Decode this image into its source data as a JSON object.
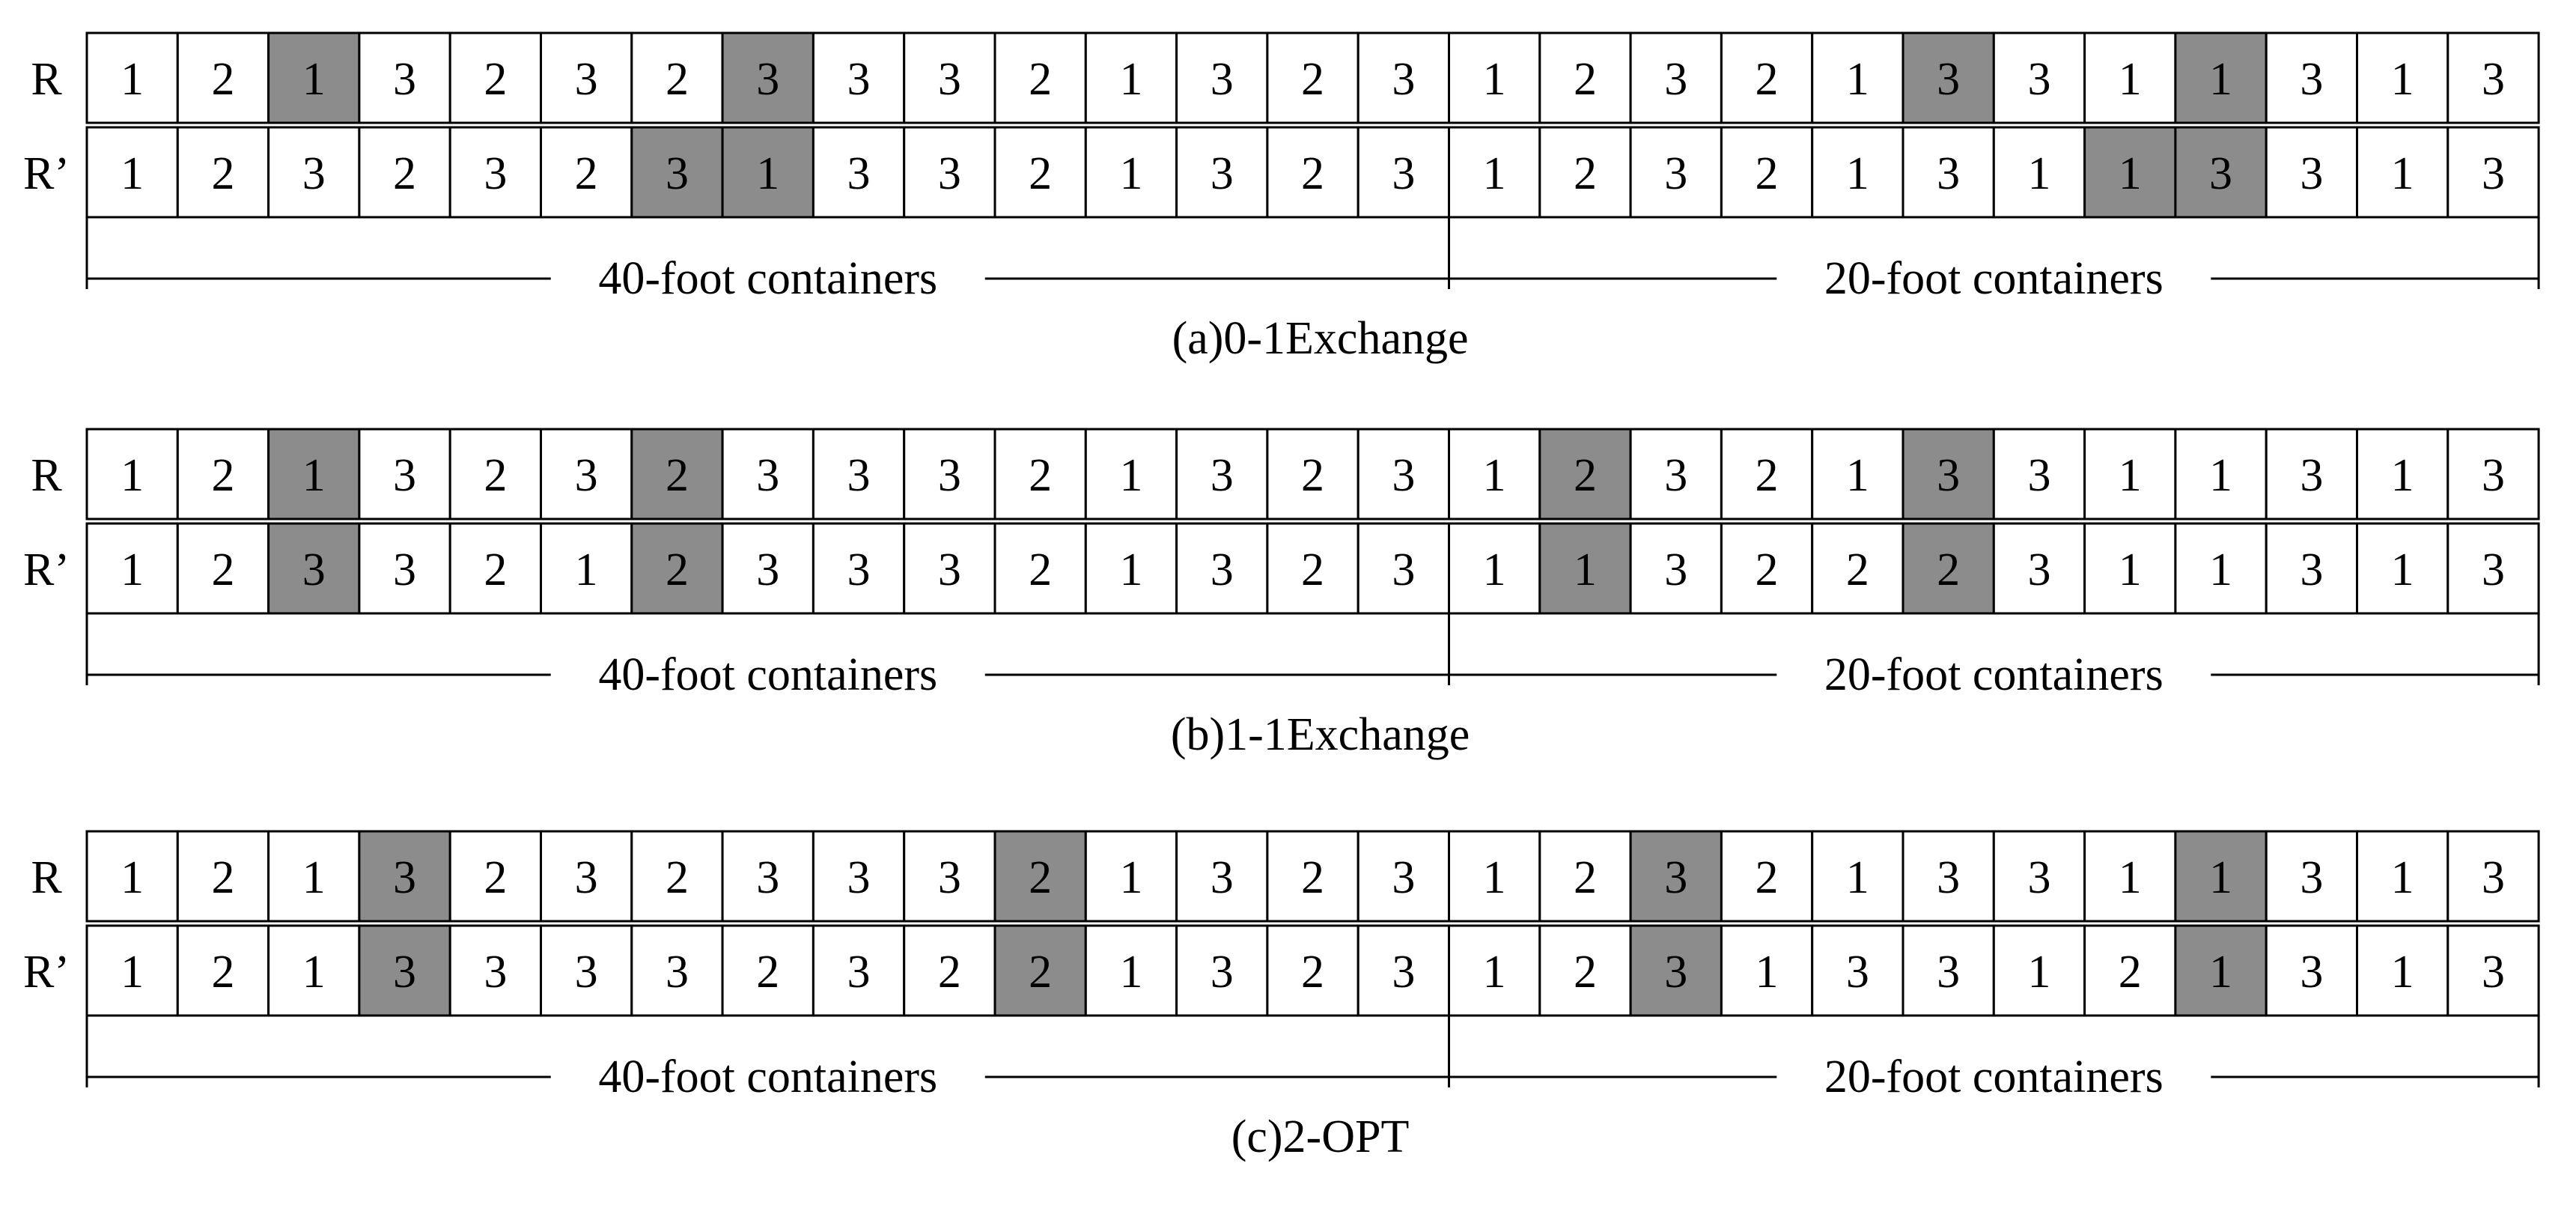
{
  "colors": {
    "highlight": "#8c8c8c",
    "cell": "#ffffff",
    "stroke": "#000000"
  },
  "panels": [
    {
      "caption": "(a)0-1Exchange",
      "rows": [
        {
          "label": "R",
          "values": [
            "1",
            "2",
            "1",
            "3",
            "2",
            "3",
            "2",
            "3",
            "3",
            "3",
            "2",
            "1",
            "3",
            "2",
            "3",
            "1",
            "2",
            "3",
            "2",
            "1",
            "3",
            "3",
            "1",
            "1",
            "3",
            "1",
            "3"
          ],
          "highlighted": [
            2,
            7,
            20,
            23
          ]
        },
        {
          "label": "R’",
          "values": [
            "1",
            "2",
            "3",
            "2",
            "3",
            "2",
            "3",
            "1",
            "3",
            "3",
            "2",
            "1",
            "3",
            "2",
            "3",
            "1",
            "2",
            "3",
            "2",
            "1",
            "3",
            "1",
            "1",
            "3",
            "3",
            "1",
            "3"
          ],
          "highlighted": [
            6,
            7,
            22,
            23
          ]
        }
      ],
      "segments": [
        {
          "label": "40-foot containers",
          "cells": 15
        },
        {
          "label": "20-foot containers",
          "cells": 12
        }
      ]
    },
    {
      "caption": "(b)1-1Exchange",
      "rows": [
        {
          "label": "R",
          "values": [
            "1",
            "2",
            "1",
            "3",
            "2",
            "3",
            "2",
            "3",
            "3",
            "3",
            "2",
            "1",
            "3",
            "2",
            "3",
            "1",
            "2",
            "3",
            "2",
            "1",
            "3",
            "3",
            "1",
            "1",
            "3",
            "1",
            "3"
          ],
          "highlighted": [
            2,
            6,
            16,
            20
          ]
        },
        {
          "label": "R’",
          "values": [
            "1",
            "2",
            "3",
            "3",
            "2",
            "1",
            "2",
            "3",
            "3",
            "3",
            "2",
            "1",
            "3",
            "2",
            "3",
            "1",
            "1",
            "3",
            "2",
            "2",
            "2",
            "3",
            "1",
            "1",
            "3",
            "1",
            "3"
          ],
          "highlighted": [
            2,
            6,
            16,
            20
          ]
        }
      ],
      "segments": [
        {
          "label": "40-foot containers",
          "cells": 15
        },
        {
          "label": "20-foot containers",
          "cells": 12
        }
      ]
    },
    {
      "caption": "(c)2-OPT",
      "rows": [
        {
          "label": "R",
          "values": [
            "1",
            "2",
            "1",
            "3",
            "2",
            "3",
            "2",
            "3",
            "3",
            "3",
            "2",
            "1",
            "3",
            "2",
            "3",
            "1",
            "2",
            "3",
            "2",
            "1",
            "3",
            "3",
            "1",
            "1",
            "3",
            "1",
            "3"
          ],
          "highlighted": [
            3,
            10,
            17,
            23
          ]
        },
        {
          "label": "R’",
          "values": [
            "1",
            "2",
            "1",
            "3",
            "3",
            "3",
            "3",
            "2",
            "3",
            "2",
            "2",
            "1",
            "3",
            "2",
            "3",
            "1",
            "2",
            "3",
            "1",
            "3",
            "3",
            "1",
            "2",
            "1",
            "3",
            "1",
            "3"
          ],
          "highlighted": [
            3,
            10,
            17,
            23
          ]
        }
      ],
      "segments": [
        {
          "label": "40-foot containers",
          "cells": 15
        },
        {
          "label": "20-foot containers",
          "cells": 12
        }
      ]
    }
  ]
}
